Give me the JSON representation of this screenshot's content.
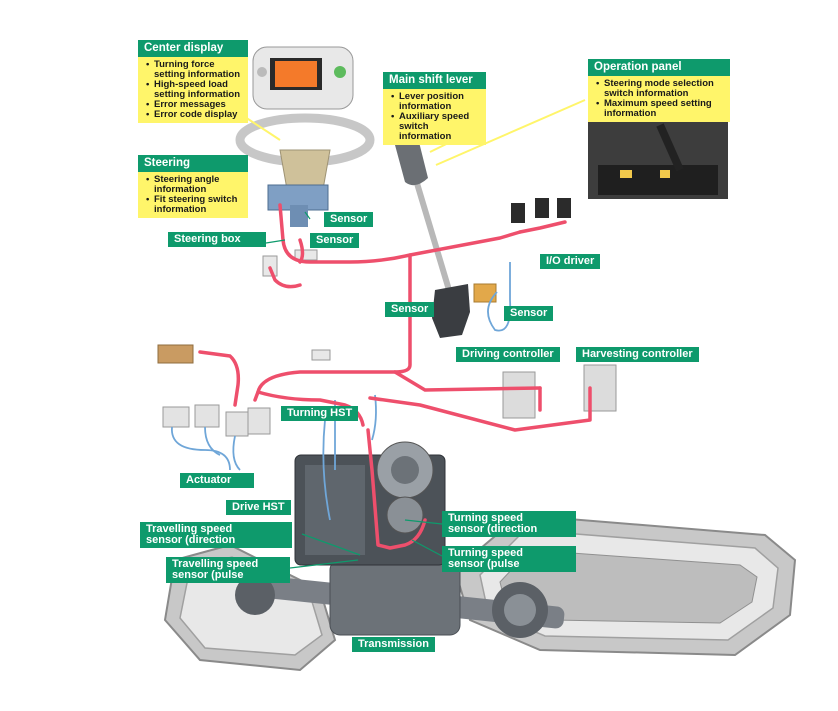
{
  "callouts": {
    "center_display": {
      "title": "Center display",
      "items": [
        "Turning force setting information",
        "High-speed load setting information",
        "Error messages",
        "Error code display"
      ]
    },
    "steering": {
      "title": "Steering",
      "items": [
        "Steering angle information",
        "Fit steering switch information"
      ]
    },
    "main_shift_lever": {
      "title": "Main shift lever",
      "items": [
        "Lever position information",
        "Auxiliary speed switch information"
      ]
    },
    "operation_panel": {
      "title": "Operation panel",
      "items": [
        "Steering mode selection switch information",
        "Maximum speed setting information"
      ]
    }
  },
  "labels": {
    "sensor_1": "Sensor",
    "sensor_2": "Sensor",
    "steering_box": "Steering box",
    "sensor_3": "Sensor",
    "sensor_4": "Sensor",
    "io_driver": "I/O driver",
    "driving_controller": "Driving controller",
    "harvesting_controller": "Harvesting controller",
    "turning_hst": "Turning HST",
    "actuator": "Actuator",
    "drive_hst": "Drive HST",
    "travelling_dir_1": "Travelling speed",
    "travelling_dir_2": "sensor (direction",
    "travelling_pulse_1": "Travelling speed",
    "travelling_pulse_2": "sensor (pulse",
    "turning_dir_1": "Turning speed",
    "turning_dir_2": "sensor (direction",
    "turning_pulse_1": "Turning speed",
    "turning_pulse_2": "sensor (pulse",
    "transmission": "Transmission"
  },
  "colors": {
    "callout_bg": "#fff56a",
    "label_bg": "#0e9a6c",
    "harness": "#ee4f6c",
    "sensor_wire": "#6fa6d8"
  }
}
